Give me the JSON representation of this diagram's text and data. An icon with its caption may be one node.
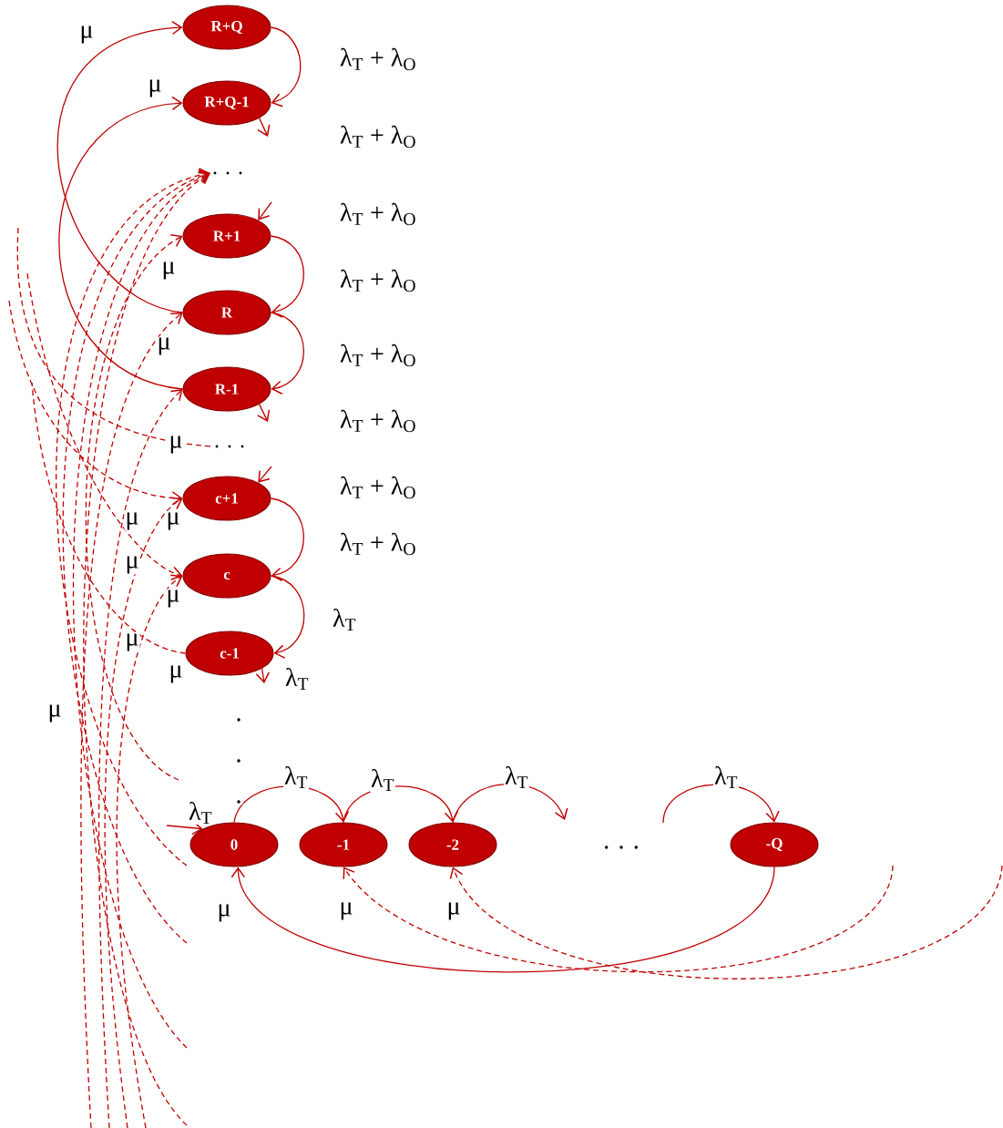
{
  "diagram": {
    "nodes": [
      {
        "text": [
          "R+Q"
        ]
      },
      {
        "text": [
          "R+Q-1"
        ]
      },
      {
        "text": [
          "R+1"
        ]
      },
      {
        "text": [
          "R"
        ]
      },
      {
        "text": [
          "R-1"
        ]
      },
      {
        "text": [
          "c+1"
        ]
      },
      {
        "text": [
          "c"
        ]
      },
      {
        "text": [
          "c-1"
        ]
      },
      {
        "text": [
          "0"
        ]
      },
      {
        "text": [
          "-1"
        ]
      },
      {
        "text": [
          "-2"
        ]
      },
      {
        "text": [
          "-Q"
        ]
      },
      {
        "text": [
          ". . ."
        ]
      },
      {
        "text": [
          ". . ."
        ]
      }
    ],
    "edges": [
      {
        "from": 0,
        "to": 1,
        "arrow": "to"
      },
      {
        "from": 1,
        "to": null,
        "arrow": "to"
      },
      {
        "from": null,
        "to": 2,
        "arrow": "to"
      },
      {
        "from": 2,
        "to": 3,
        "arrow": "to"
      },
      {
        "from": 3,
        "to": 4,
        "arrow": "to"
      },
      {
        "from": 4,
        "to": null,
        "arrow": "to"
      },
      {
        "from": null,
        "to": 5,
        "arrow": "to"
      },
      {
        "from": 5,
        "to": 6,
        "arrow": "to"
      },
      {
        "from": 6,
        "to": 7,
        "arrow": "to"
      },
      {
        "from": 7,
        "to": null,
        "arrow": "to"
      },
      {
        "from": null,
        "to": 8,
        "arrow": "to"
      },
      {
        "from": 8,
        "to": 9,
        "arrow": "to"
      },
      {
        "from": 9,
        "to": 10,
        "arrow": "to"
      },
      {
        "from": 10,
        "to": null,
        "arrow": "to"
      },
      {
        "from": null,
        "to": 11,
        "arrow": "to"
      },
      {
        "from": 3,
        "to": 0,
        "arrow": "to"
      },
      {
        "from": 4,
        "to": 1,
        "arrow": "to"
      },
      {
        "from": 11,
        "to": 8,
        "arrow": "to"
      },
      {
        "from": null,
        "to": 12,
        "arrow": "to",
        "style": "dashed"
      },
      {
        "from": null,
        "to": 12,
        "arrow": "to",
        "style": "dashed"
      },
      {
        "from": null,
        "to": 12,
        "arrow": "to",
        "style": "dashed"
      },
      {
        "from": null,
        "to": 12,
        "arrow": "to",
        "style": "dashed"
      },
      {
        "from": null,
        "to": 2,
        "arrow": "to",
        "style": "dashed"
      },
      {
        "from": null,
        "to": 3,
        "arrow": "to",
        "style": "dashed"
      },
      {
        "from": null,
        "to": 4,
        "arrow": "to",
        "style": "dashed"
      },
      {
        "from": null,
        "to": 13,
        "arrow": "none",
        "style": "dashed"
      },
      {
        "from": null,
        "to": 5,
        "arrow": "to",
        "style": "dashed"
      },
      {
        "from": null,
        "to": 5,
        "arrow": "to",
        "style": "dashed"
      },
      {
        "from": null,
        "to": 6,
        "arrow": "to",
        "style": "dashed"
      },
      {
        "from": null,
        "to": 6,
        "arrow": "to",
        "style": "dashed"
      },
      {
        "from": 7,
        "to": null,
        "arrow": "none",
        "style": "dashed"
      },
      {
        "from": null,
        "to": 9,
        "arrow": "to",
        "style": "dashed"
      },
      {
        "from": null,
        "to": 10,
        "arrow": "to",
        "style": "dashed"
      }
    ],
    "labels": [
      "μ",
      "λ$_{T}$ + λ$_{O}$",
      "μ",
      "λ$_{T}$ + λ$_{O}$",
      "λ$_{T}$ + λ$_{O}$",
      "μ",
      "λ$_{T}$ + λ$_{O}$",
      "μ",
      "λ$_{T}$ + λ$_{O}$",
      "λ$_{T}$ + λ$_{O}$",
      "μ",
      "λ$_{T}$ + λ$_{O}$",
      "μ",
      "μ",
      "λ$_{T}$ + λ$_{O}$",
      "μ",
      "μ",
      "λ$_{T}$",
      "μ",
      "μ",
      "λ$_{T}$",
      "μ",
      ".",
      ".",
      "λ$_{T}$",
      "λ$_{T}$",
      "λ$_{T}$",
      "λ$_{T}$",
      "λ$_{T}$",
      ".",
      ". . .",
      "μ",
      "μ",
      "μ"
    ]
  }
}
